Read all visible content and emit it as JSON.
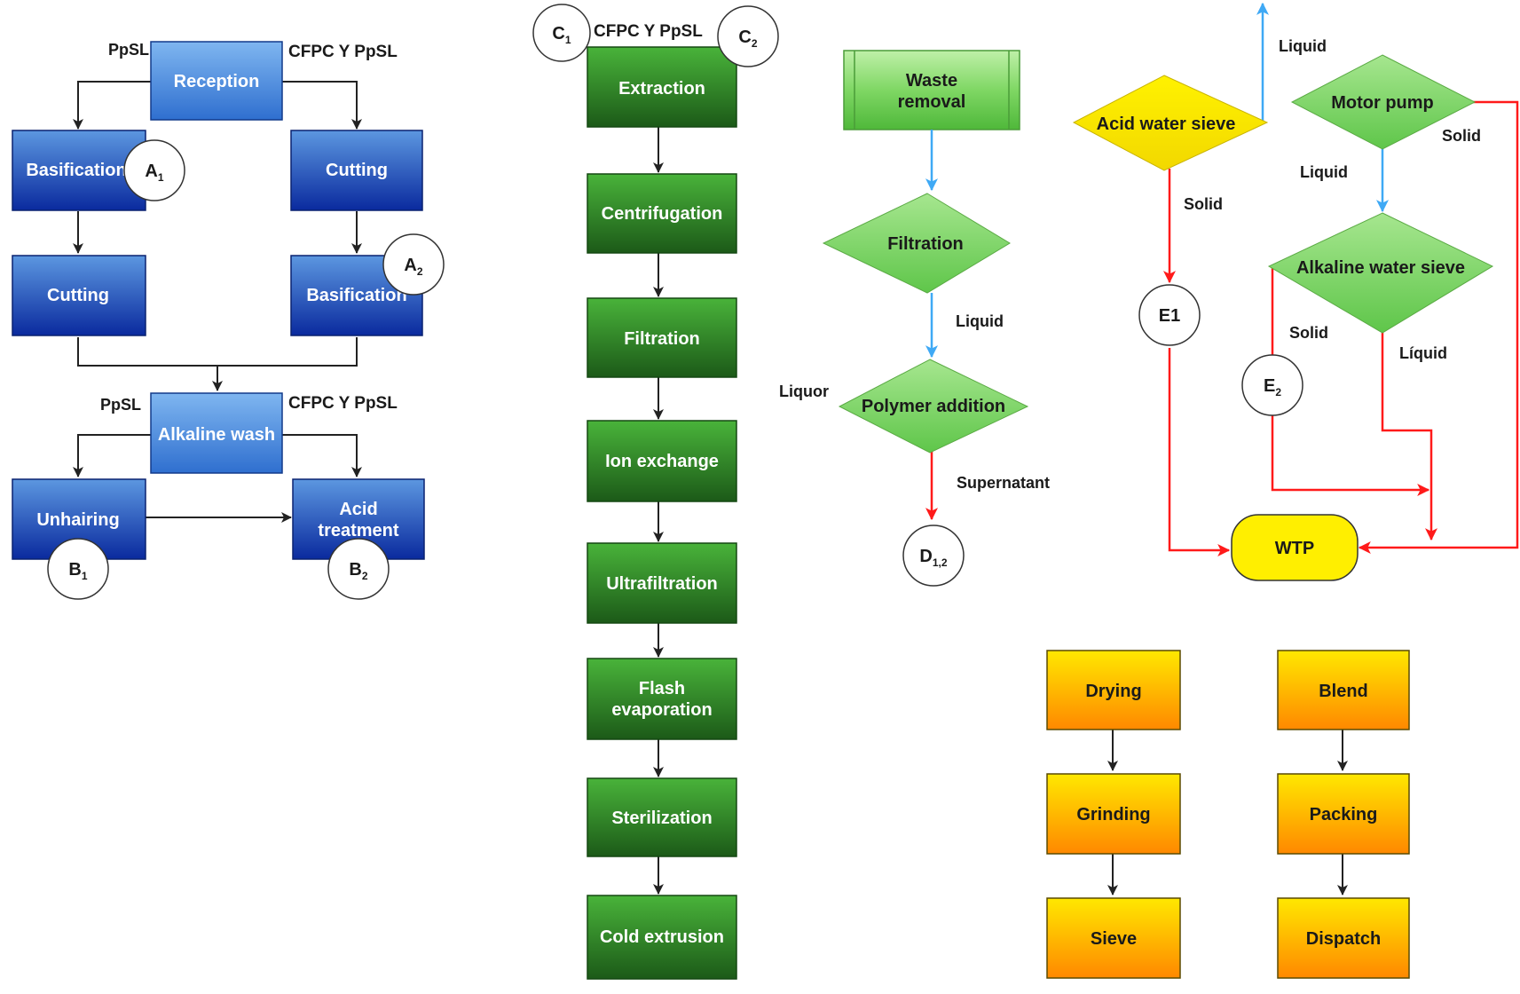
{
  "colors": {
    "blue_top": "#4f8ad6",
    "blue_bottom": "#0a2aa0",
    "green_top": "#4caf3a",
    "green_bottom": "#1d5e1a",
    "light_green": "#8fdc76",
    "yellow": "#ffef00",
    "orange_top": "#ffe600",
    "orange_bottom": "#ff8a00",
    "red_arrow": "#ff1a1a",
    "blue_arrow": "#3fa9f5",
    "black_arrow": "#222222"
  },
  "section_a": {
    "reception": "Reception",
    "basification_left": "Basification",
    "cutting_right": "Cutting",
    "cutting_left": "Cutting",
    "basification_right": "Basification",
    "alkaline_wash": "Alkaline wash",
    "unhairing": "Unhairing",
    "acid_treatment_line1": "Acid",
    "acid_treatment_line2": "treatment",
    "label_ppsl_top": "PpSL",
    "label_cfpc_top": "CFPC Y PpSL",
    "label_ppsl_mid": "PpSL",
    "label_cfpc_mid": "CFPC Y PpSL",
    "circle_a1": {
      "main": "A",
      "sub": "1"
    },
    "circle_a2": {
      "main": "A",
      "sub": "2"
    },
    "circle_b1": {
      "main": "B",
      "sub": "1"
    },
    "circle_b2": {
      "main": "B",
      "sub": "2"
    }
  },
  "section_c": {
    "label_top": "CFPC Y PpSL",
    "circle_c1": {
      "main": "C",
      "sub": "1"
    },
    "circle_c2": {
      "main": "C",
      "sub": "2"
    },
    "steps": [
      {
        "line1": "Extraction",
        "line2": ""
      },
      {
        "line1": "Centrifugation",
        "line2": ""
      },
      {
        "line1": "Filtration",
        "line2": ""
      },
      {
        "line1": "Ion exchange",
        "line2": ""
      },
      {
        "line1": "Ultrafiltration",
        "line2": ""
      },
      {
        "line1": "Flash",
        "line2": "evaporation"
      },
      {
        "line1": "Sterilization",
        "line2": ""
      },
      {
        "line1": "Cold extrusion",
        "line2": ""
      }
    ]
  },
  "section_d": {
    "waste_removal_line1": "Waste",
    "waste_removal_line2": "removal",
    "filtration": "Filtration",
    "polymer_addition": "Polymer addition",
    "label_liquid": "Liquid",
    "label_liquor": "Liquor",
    "label_supernatant": "Supernatant",
    "circle_d": {
      "main": "D",
      "sub": "1,2"
    }
  },
  "section_e": {
    "acid_water_sieve": "Acid water sieve",
    "motor_pump": "Motor pump",
    "alkaline_water_sieve": "Alkaline water sieve",
    "wtp": "WTP",
    "label_liquid_top": "Liquid",
    "label_solid_acid": "Solid",
    "label_solid_pump": "Solid",
    "label_liquid_pump": "Liquid",
    "label_solid_alk": "Solid",
    "label_liquid_alk": "Líquid",
    "circle_e1": {
      "main": "E1",
      "sub": ""
    },
    "circle_e2": {
      "main": "E",
      "sub": "2"
    }
  },
  "section_f": {
    "drying": "Drying",
    "grinding": "Grinding",
    "sieve": "Sieve",
    "blend": "Blend",
    "packing": "Packing",
    "dispatch": "Dispatch"
  }
}
